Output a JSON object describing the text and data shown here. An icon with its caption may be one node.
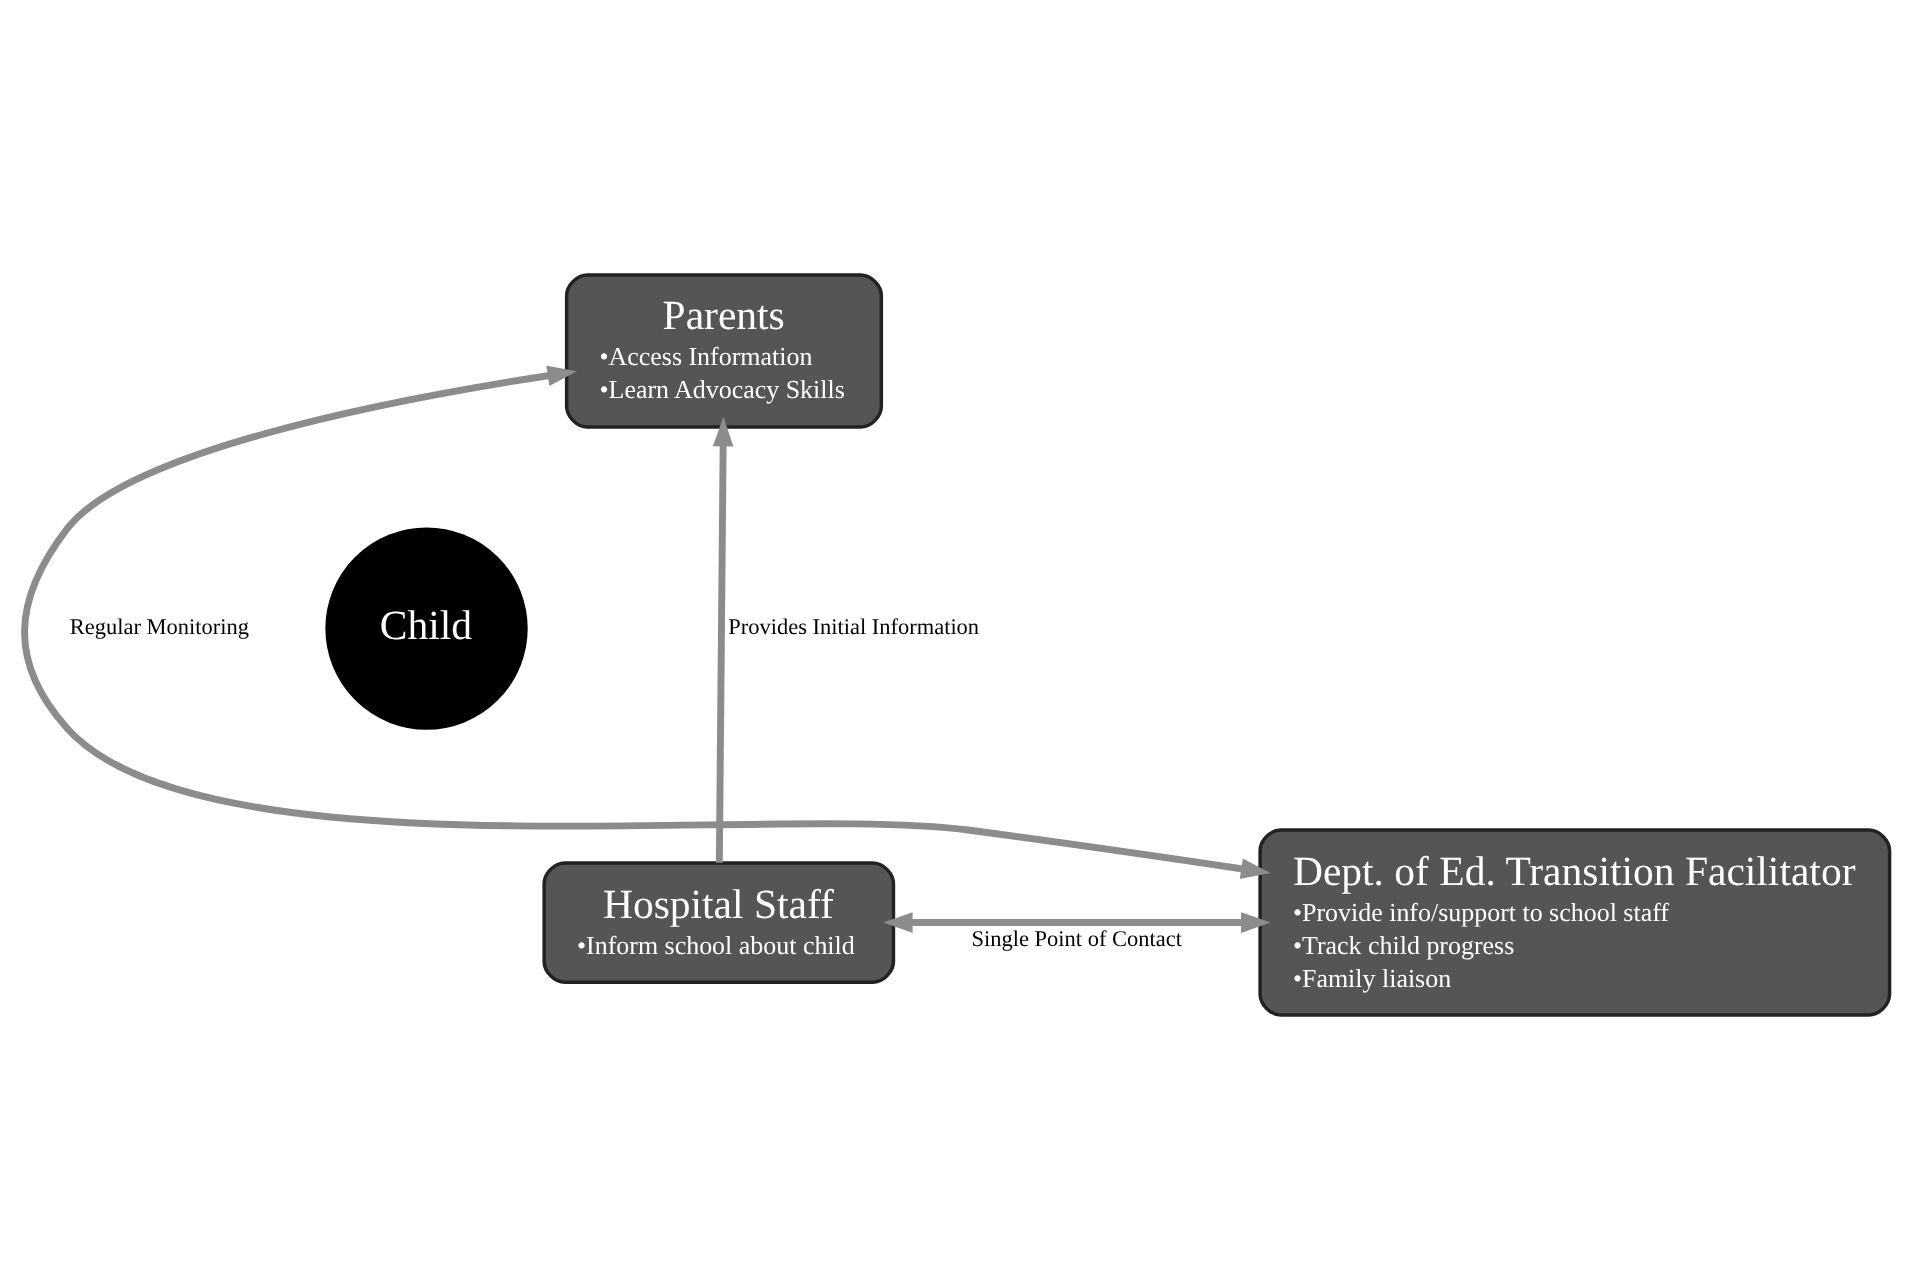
{
  "diagram": {
    "nodes": [
      {
        "text": [
          "Parents",
          "•Access Information",
          "•Learn Advocacy Skills"
        ]
      },
      {
        "text": [
          "Child"
        ]
      },
      {
        "text": [
          "Hospital Staff",
          "•Inform school about child"
        ]
      },
      {
        "text": [
          "Dept. of Ed. Transition Facilitator",
          "•Provide info/support to school staff",
          "•Track child progress",
          "•Family liaison"
        ]
      }
    ],
    "edges": [
      {
        "from": 2,
        "to": 0,
        "arrow": "to",
        "label": "Provides Initial Information"
      },
      {
        "from": 0,
        "to": 3,
        "arrow": "both",
        "label": "Regular Monitoring"
      },
      {
        "from": 2,
        "to": 3,
        "arrow": "both",
        "label": "Single Point of Contact"
      }
    ]
  }
}
